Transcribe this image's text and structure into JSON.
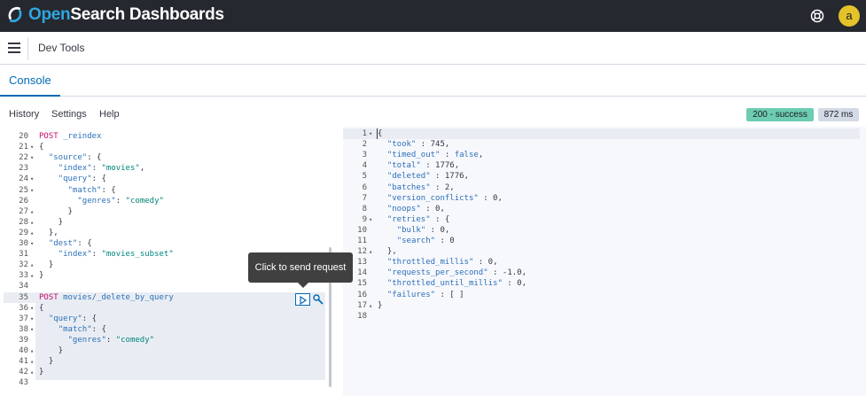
{
  "brand": {
    "open": "Open",
    "rest": "Search Dashboards"
  },
  "header": {
    "avatar_letter": "a",
    "title": "Dev Tools"
  },
  "tabs": [
    {
      "label": "Console"
    }
  ],
  "menu": {
    "history": "History",
    "settings": "Settings",
    "help": "Help"
  },
  "status": {
    "code": "200 - success",
    "time": "872 ms"
  },
  "tooltip": "Click to send request",
  "colors": {
    "topbar": "#25282f",
    "accent": "#006bb8",
    "success": "#6dccb1",
    "avatar": "#e4c22a",
    "method": "#c80a68",
    "string": "#00857a",
    "key": "#2b70b8"
  },
  "icons": {
    "help": "help-icon",
    "menu": "hamburger-icon",
    "play": "play-icon",
    "wrench": "wrench-icon"
  },
  "editor_lines": [
    {
      "n": "20",
      "fold": "",
      "code": "POST _reindex"
    },
    {
      "n": "21",
      "fold": "▾",
      "code": "{"
    },
    {
      "n": "22",
      "fold": "▾",
      "code": "  \"source\": {"
    },
    {
      "n": "23",
      "fold": "",
      "code": "    \"index\": \"movies\","
    },
    {
      "n": "24",
      "fold": "▾",
      "code": "    \"query\": {"
    },
    {
      "n": "25",
      "fold": "▾",
      "code": "      \"match\": {"
    },
    {
      "n": "26",
      "fold": "",
      "code": "        \"genres\": \"comedy\""
    },
    {
      "n": "27",
      "fold": "▴",
      "code": "      }"
    },
    {
      "n": "28",
      "fold": "▴",
      "code": "    }"
    },
    {
      "n": "29",
      "fold": "▴",
      "code": "  },"
    },
    {
      "n": "30",
      "fold": "▾",
      "code": "  \"dest\": {"
    },
    {
      "n": "31",
      "fold": "",
      "code": "    \"index\": \"movies_subset\""
    },
    {
      "n": "32",
      "fold": "▴",
      "code": "  }"
    },
    {
      "n": "33",
      "fold": "▴",
      "code": "}"
    },
    {
      "n": "34",
      "fold": "",
      "code": ""
    },
    {
      "n": "35",
      "fold": "",
      "code": "POST movies/_delete_by_query"
    },
    {
      "n": "36",
      "fold": "▾",
      "code": "{"
    },
    {
      "n": "37",
      "fold": "▾",
      "code": "  \"query\": {"
    },
    {
      "n": "38",
      "fold": "▾",
      "code": "    \"match\": {"
    },
    {
      "n": "39",
      "fold": "",
      "code": "      \"genres\": \"comedy\""
    },
    {
      "n": "40",
      "fold": "▴",
      "code": "    }"
    },
    {
      "n": "41",
      "fold": "▴",
      "code": "  }"
    },
    {
      "n": "42",
      "fold": "▴",
      "code": "}"
    },
    {
      "n": "43",
      "fold": "",
      "code": ""
    }
  ],
  "output_lines": [
    {
      "n": "1",
      "fold": "▾",
      "code": "{"
    },
    {
      "n": "2",
      "fold": "",
      "code": "  \"took\" : 745,"
    },
    {
      "n": "3",
      "fold": "",
      "code": "  \"timed_out\" : false,"
    },
    {
      "n": "4",
      "fold": "",
      "code": "  \"total\" : 1776,"
    },
    {
      "n": "5",
      "fold": "",
      "code": "  \"deleted\" : 1776,"
    },
    {
      "n": "6",
      "fold": "",
      "code": "  \"batches\" : 2,"
    },
    {
      "n": "7",
      "fold": "",
      "code": "  \"version_conflicts\" : 0,"
    },
    {
      "n": "8",
      "fold": "",
      "code": "  \"noops\" : 0,"
    },
    {
      "n": "9",
      "fold": "▾",
      "code": "  \"retries\" : {"
    },
    {
      "n": "10",
      "fold": "",
      "code": "    \"bulk\" : 0,"
    },
    {
      "n": "11",
      "fold": "",
      "code": "    \"search\" : 0"
    },
    {
      "n": "12",
      "fold": "▴",
      "code": "  },"
    },
    {
      "n": "13",
      "fold": "",
      "code": "  \"throttled_millis\" : 0,"
    },
    {
      "n": "14",
      "fold": "",
      "code": "  \"requests_per_second\" : -1.0,"
    },
    {
      "n": "15",
      "fold": "",
      "code": "  \"throttled_until_millis\" : 0,"
    },
    {
      "n": "16",
      "fold": "",
      "code": "  \"failures\" : [ ]"
    },
    {
      "n": "17",
      "fold": "▴",
      "code": "}"
    },
    {
      "n": "18",
      "fold": "",
      "code": ""
    }
  ]
}
